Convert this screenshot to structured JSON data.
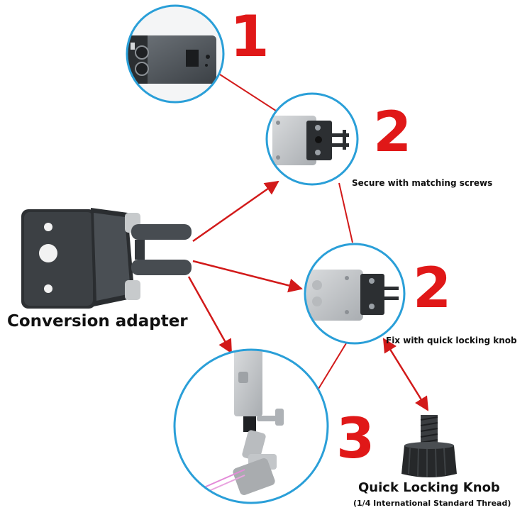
{
  "steps": {
    "one": "1",
    "two_a": "2",
    "two_b": "2",
    "three": "3"
  },
  "labels": {
    "conversion_adapter": "Conversion adapter",
    "secure_screws": "Secure with matching screws",
    "fix_knob": "Fix with quick locking knob",
    "knob_title": "Quick Locking Knob",
    "knob_thread": "(1/4 International Standard Thread)"
  },
  "colors": {
    "circle_border": "#2a9fd8",
    "arrow_red": "#d21a1a",
    "number_red": "#e01818"
  }
}
